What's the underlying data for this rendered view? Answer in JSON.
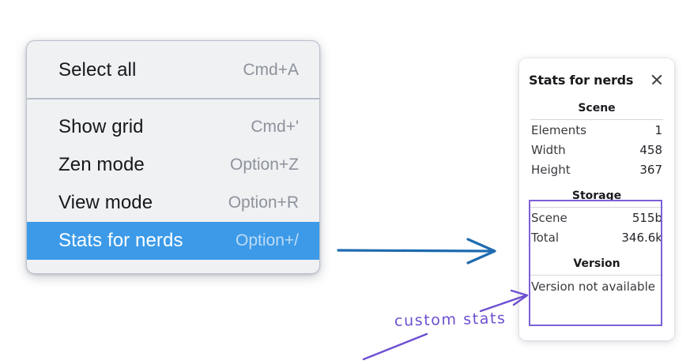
{
  "context_menu": {
    "groups": [
      {
        "items": [
          {
            "label": "Select all",
            "shortcut": "Cmd+A",
            "selected": false
          }
        ]
      },
      {
        "items": [
          {
            "label": "Show grid",
            "shortcut": "Cmd+'",
            "selected": false
          },
          {
            "label": "Zen mode",
            "shortcut": "Option+Z",
            "selected": false
          },
          {
            "label": "View mode",
            "shortcut": "Option+R",
            "selected": false
          },
          {
            "label": "Stats for nerds",
            "shortcut": "Option+/",
            "selected": true
          }
        ]
      }
    ],
    "highlight_color": "#3c9ae8",
    "background_color": "#f0f1f3"
  },
  "stats_panel": {
    "title": "Stats for nerds",
    "close_icon": "close-icon",
    "sections": [
      {
        "title": "Scene",
        "rows": [
          {
            "label": "Elements",
            "value": "1"
          },
          {
            "label": "Width",
            "value": "458"
          },
          {
            "label": "Height",
            "value": "367"
          }
        ]
      },
      {
        "title": "Storage",
        "rows": [
          {
            "label": "Scene",
            "value": "515b"
          },
          {
            "label": "Total",
            "value": "346.6k"
          }
        ]
      },
      {
        "title": "Version",
        "note": "Version not available"
      }
    ]
  },
  "annotations": {
    "handwriting_label": "custom stats",
    "handwriting_color": "#6d4fd0",
    "highlight_box_color": "#7e5fd6",
    "pointer_arrow_color": "#1f6bb0"
  }
}
